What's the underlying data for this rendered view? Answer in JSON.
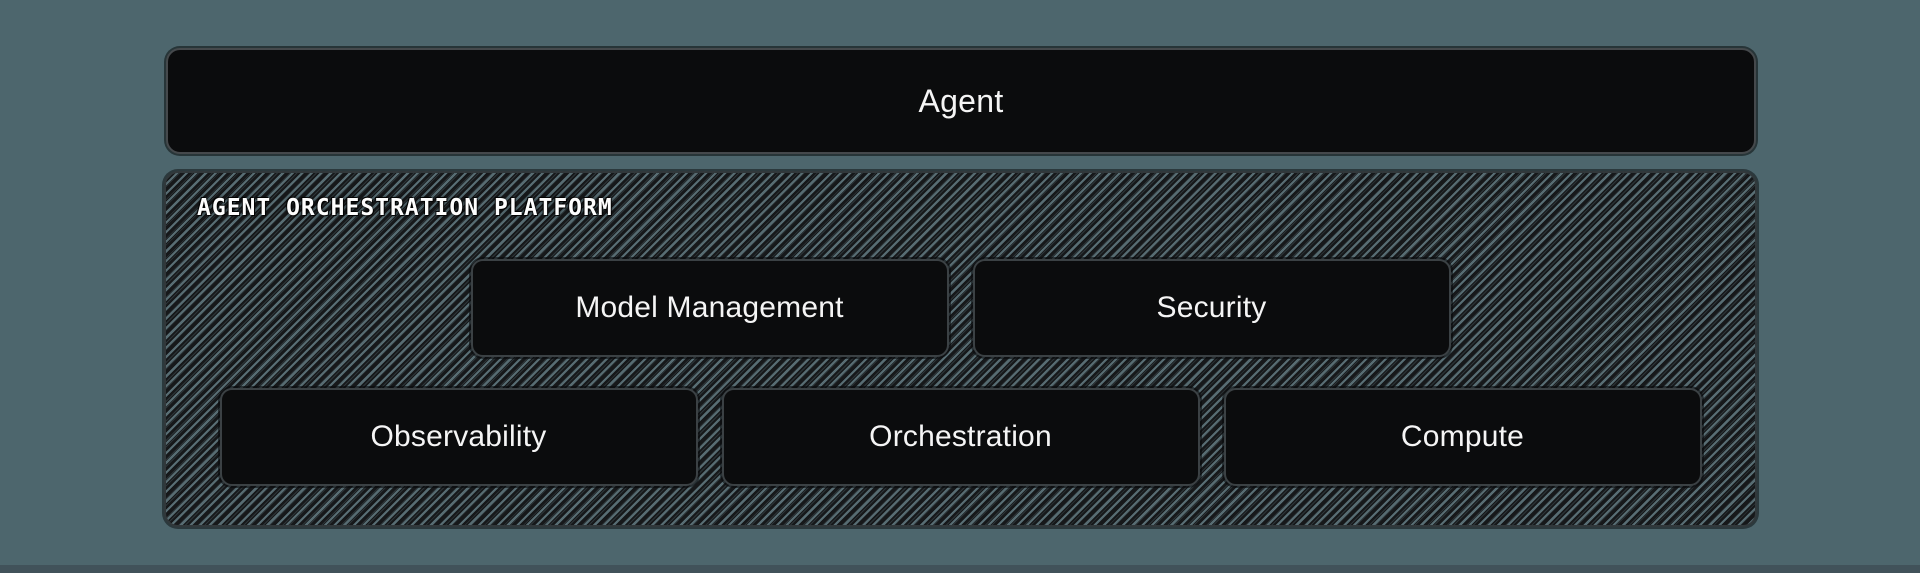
{
  "agent_box": {
    "label": "Agent"
  },
  "platform": {
    "title": "AGENT ORCHESTRATION PLATFORM",
    "rows": [
      {
        "boxes": [
          {
            "label": "Model Management"
          },
          {
            "label": "Security"
          }
        ]
      },
      {
        "boxes": [
          {
            "label": "Observability"
          },
          {
            "label": "Orchestration"
          },
          {
            "label": "Compute"
          }
        ]
      }
    ]
  },
  "colors": {
    "page_bg": "#4d666d",
    "bottom_strip": "#41525a",
    "box_bg": "#0b0c0d",
    "box_border": "#45494c",
    "inner_box_border": "#3b4144",
    "text": "#f5f5f5",
    "hatch_line": "#5e757c",
    "hatch_bg": "#16181a"
  }
}
